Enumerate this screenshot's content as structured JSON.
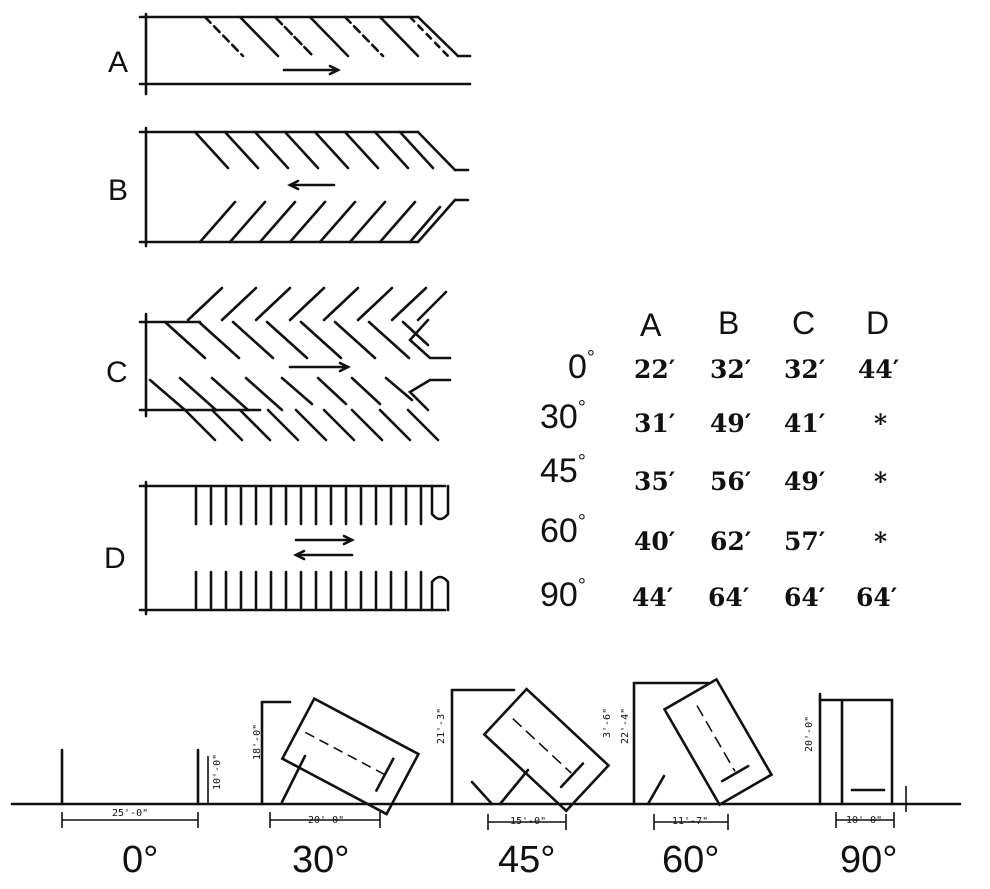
{
  "layout_labels": [
    "A",
    "B",
    "C",
    "D"
  ],
  "table": {
    "columns": [
      "A",
      "B",
      "C",
      "D"
    ],
    "rows": [
      {
        "angle": "0",
        "values": [
          "22′",
          "32′",
          "32′",
          "44′"
        ]
      },
      {
        "angle": "30",
        "values": [
          "31′",
          "49′",
          "41′",
          "*"
        ]
      },
      {
        "angle": "45",
        "values": [
          "35′",
          "56′",
          "49′",
          "*"
        ]
      },
      {
        "angle": "60",
        "values": [
          "40′",
          "62′",
          "57′",
          "*"
        ]
      },
      {
        "angle": "90",
        "values": [
          "44′",
          "64′",
          "64′",
          "64′"
        ]
      }
    ]
  },
  "stall_diagrams": [
    {
      "angle_label": "0°",
      "dims": [
        "25'-0\"",
        "10'-0\""
      ]
    },
    {
      "angle_label": "30°",
      "dims": [
        "20'-0\"",
        "18'-0\""
      ]
    },
    {
      "angle_label": "45°",
      "dims": [
        "15'-0\"",
        "21'-3\"",
        "3'-6\""
      ]
    },
    {
      "angle_label": "60°",
      "dims": [
        "11'-7\"",
        "22'-4\""
      ]
    },
    {
      "angle_label": "90°",
      "dims": [
        "10'-0\"",
        "20'-0\""
      ]
    }
  ],
  "degree_mark": "°"
}
